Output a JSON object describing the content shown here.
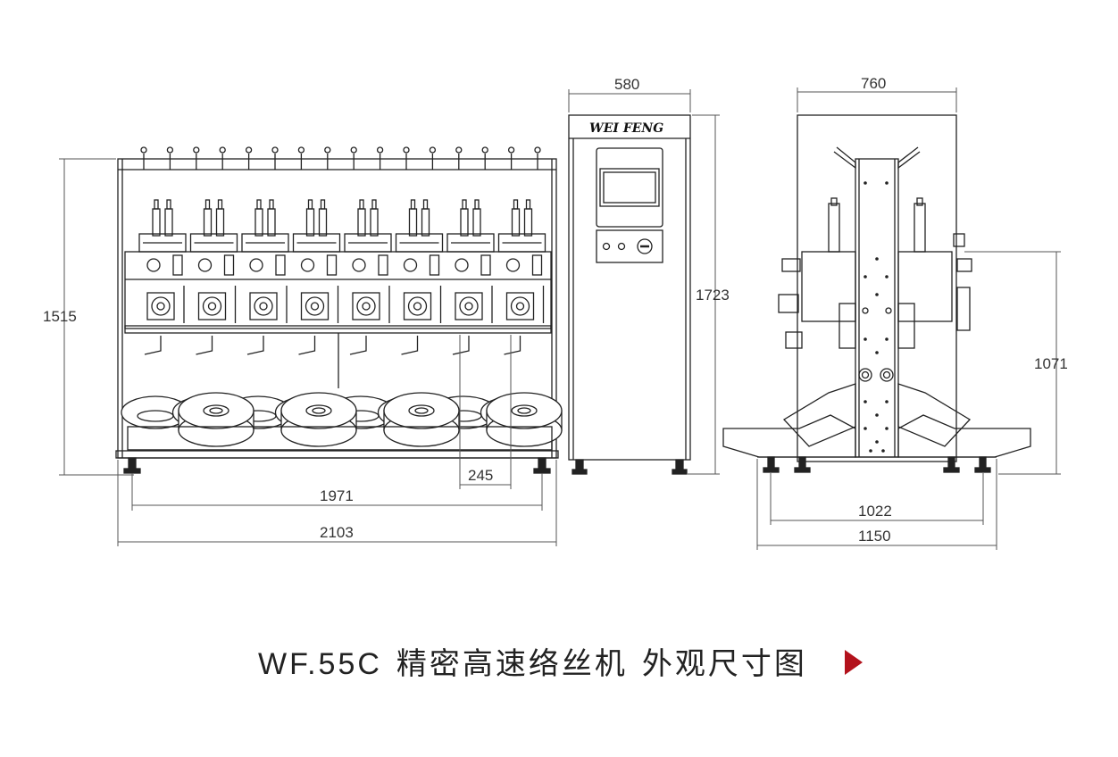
{
  "brand": {
    "logo_text": "WEI FENG"
  },
  "dimensions": {
    "front_height": "1515",
    "front_spindle_pitch": "245",
    "front_inner_width": "1971",
    "front_total_width": "2103",
    "control_width": "580",
    "control_height": "1723",
    "side_top_width": "760",
    "side_height": "1071",
    "side_inner_width": "1022",
    "side_total_width": "1150"
  },
  "caption": {
    "model": "WF.55C",
    "title": "精密高速络丝机",
    "subtitle": "外观尺寸图"
  },
  "colors": {
    "line": "#222222",
    "dimension": "#555555",
    "arrow": "#b3121c"
  },
  "icons": {
    "next": "play-arrow-icon"
  }
}
